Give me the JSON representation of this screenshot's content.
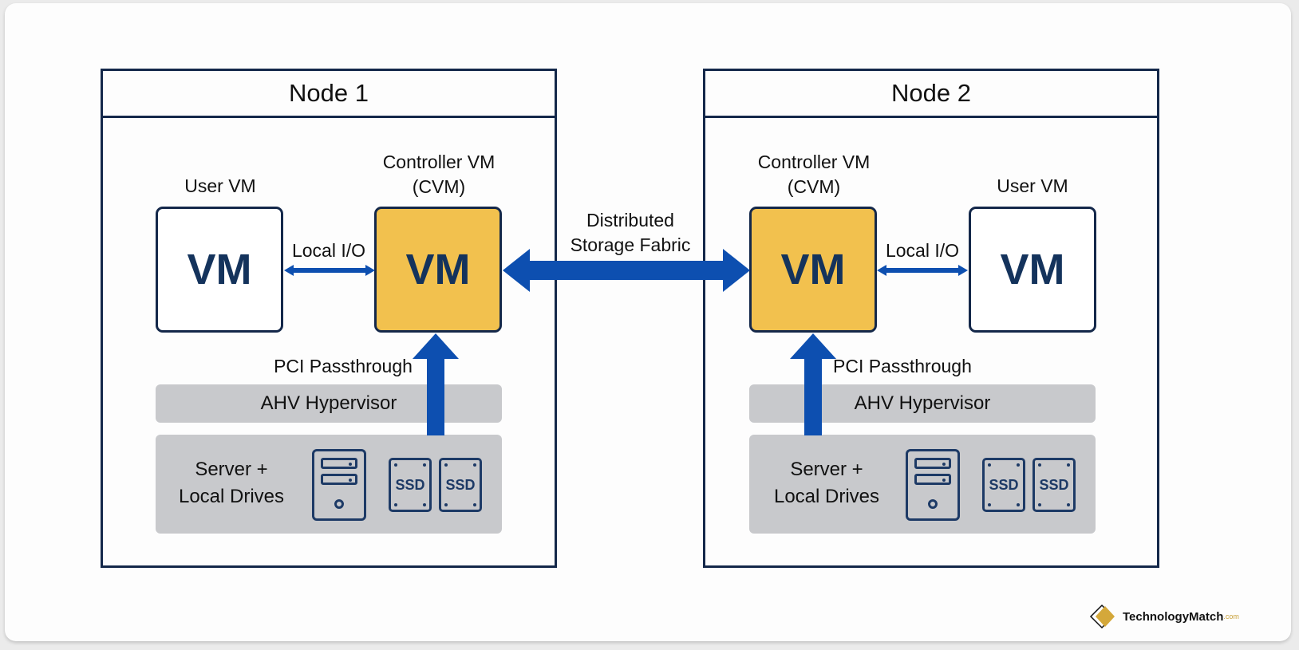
{
  "diagram": {
    "nodes": [
      {
        "title": "Node 1",
        "user_vm": {
          "caption": "User VM",
          "box_label": "VM"
        },
        "controller_vm": {
          "caption_line1": "Controller VM",
          "caption_line2": "(CVM)",
          "box_label": "VM"
        },
        "local_io_label": "Local I/O",
        "pci_label": "PCI Passthrough",
        "hypervisor_label": "AHV Hypervisor",
        "hardware_label_line1": "Server +",
        "hardware_label_line2": "Local Drives",
        "drives": [
          "SSD",
          "SSD"
        ]
      },
      {
        "title": "Node 2",
        "user_vm": {
          "caption": "User VM",
          "box_label": "VM"
        },
        "controller_vm": {
          "caption_line1": "Controller VM",
          "caption_line2": "(CVM)",
          "box_label": "VM"
        },
        "local_io_label": "Local I/O",
        "pci_label": "PCI Passthrough",
        "hypervisor_label": "AHV Hypervisor",
        "hardware_label_line1": "Server +",
        "hardware_label_line2": "Local Drives",
        "drives": [
          "SSD",
          "SSD"
        ]
      }
    ],
    "fabric_label_line1": "Distributed",
    "fabric_label_line2": "Storage Fabric",
    "colors": {
      "border": "#14284a",
      "cvm_fill": "#f2c14e",
      "arrow": "#0d4fb0",
      "layer_fill": "#c8c9cc"
    }
  },
  "branding": {
    "name": "TechnologyMatch",
    "tld": ".com"
  }
}
